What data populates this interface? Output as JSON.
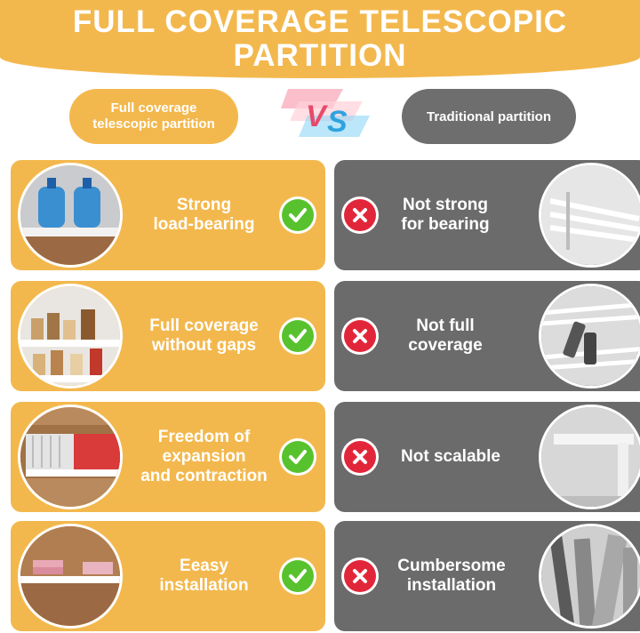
{
  "header": {
    "title_line1": "FULL COVERAGE TELESCOPIC",
    "title_line2": "PARTITION"
  },
  "comparison": {
    "left_label_line1": "Full coverage",
    "left_label_line2": "telescopic partition",
    "vs_text": "VS",
    "right_label": "Traditional partition"
  },
  "rows": [
    {
      "pro_line1": "Strong",
      "pro_line2": "load-bearing",
      "con_line1": "Not strong",
      "con_line2": "for bearing"
    },
    {
      "pro_line1": "Full coverage",
      "pro_line2": "without gaps",
      "con_line1": "Not full",
      "con_line2": "coverage"
    },
    {
      "pro_line1": "Freedom of",
      "pro_line2": "expansion",
      "pro_line3": "and contraction",
      "con_line1": "Not scalable"
    },
    {
      "pro_line1": "Eeasy",
      "pro_line2": "installation",
      "con_line1": "Cumbersome",
      "con_line2": "installation"
    }
  ],
  "colors": {
    "accent": "#f3b84d",
    "gray": "#6b6b6b",
    "check": "#58c22e",
    "cross": "#e2263a"
  },
  "icons": [
    "check-icon",
    "cross-icon"
  ]
}
